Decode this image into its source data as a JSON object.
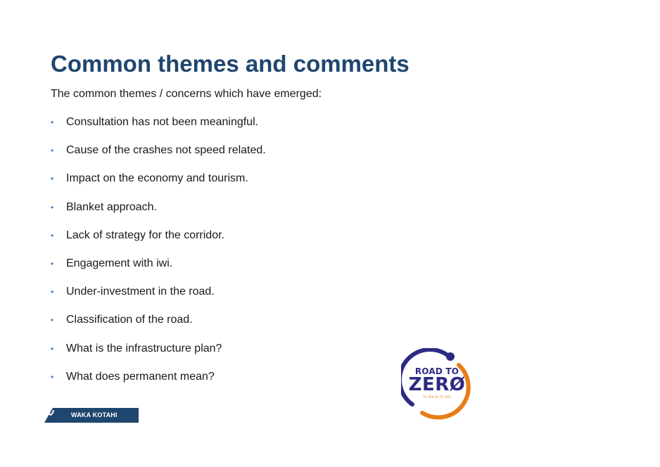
{
  "slide": {
    "title": "Common themes and comments",
    "intro": "The common themes / concerns which have emerged:",
    "bullet_glyph": "•",
    "bullets": [
      "Consultation has not been meaningful.",
      "Cause of the crashes not speed related.",
      "Impact on the economy and tourism.",
      "Blanket approach.",
      "Lack of strategy for the corridor.",
      "Engagement with iwi.",
      "Under-investment in the road.",
      "Classification of the road.",
      "What is the infrastructure plan?",
      "What does permanent mean?"
    ]
  },
  "footer": {
    "waka_kotahi": {
      "label": "WAKA KOTAHI",
      "color": "#1f466e"
    },
    "road_to_zero": {
      "line1": "ROAD TO",
      "line2": "ZERØ",
      "line3": "TE ARA KI TE ORA",
      "navy": "#2b2b83",
      "orange": "#e87c17"
    }
  },
  "colors": {
    "title": "#1f466e",
    "bullet": "#3a7fc0",
    "text": "#1a1a1a"
  }
}
